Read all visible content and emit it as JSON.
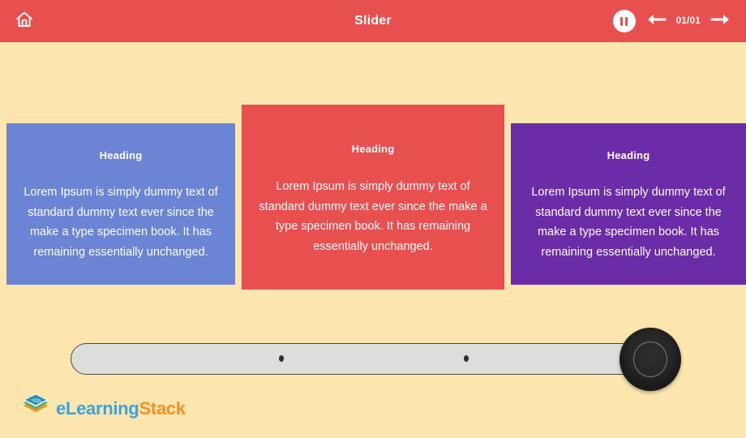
{
  "header": {
    "title": "Slider",
    "home_icon": "home-icon",
    "pause_icon": "pause-icon",
    "prev_icon": "arrow-left-icon",
    "next_icon": "arrow-right-icon",
    "page_counter": "01/01",
    "background_color": "#e8504f",
    "foreground_color": "#ffffff"
  },
  "page": {
    "background_color": "#fce6ae"
  },
  "cards": [
    {
      "heading": "Heading",
      "body": "Lorem Ipsum is simply dummy text of standard dummy text ever since the make a type specimen book. It has remaining essentially unchanged.",
      "color": "#6b84d4"
    },
    {
      "heading": "Heading",
      "body": "Lorem Ipsum is simply dummy text of standard dummy text ever since the make a type specimen book. It has remaining essentially unchanged.",
      "color": "#e8504f"
    },
    {
      "heading": "Heading",
      "body": "Lorem Ipsum is simply dummy text of standard dummy text ever since the make a type specimen book. It has remaining essentially unchanged.",
      "color": "#6c2ca7"
    }
  ],
  "slider": {
    "track_color": "#dddddd",
    "thumb_color": "#222222",
    "tick_count": 2,
    "thumb_position_percent": 100
  },
  "logo": {
    "text_primary": "eLearning",
    "text_secondary": "Stack",
    "primary_color": "#3aa3dd",
    "secondary_color": "#f59120",
    "icon": "stacked-layers-icon"
  }
}
